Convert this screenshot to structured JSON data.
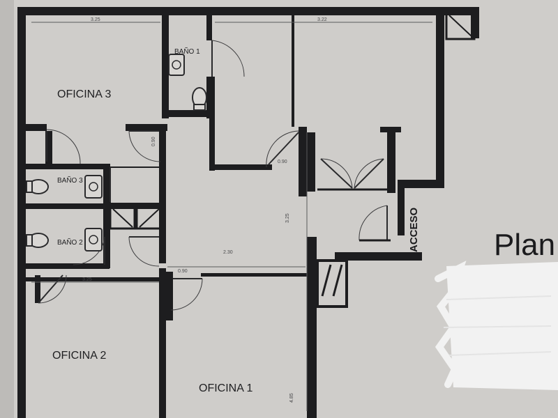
{
  "rooms": {
    "oficina_3": "OFICINA 3",
    "oficina_2": "OFICINA 2",
    "oficina_1": "OFICINA 1",
    "bano_1": "BAÑO 1",
    "bano_2": "BAÑO 2",
    "bano_3": "BAÑO 3",
    "acceso": "ACCESO"
  },
  "title_fragment": "Plan",
  "dimensions": {
    "top_left_width": "3.25",
    "top_right_width": "3.22",
    "corridor_width": "2.30",
    "door_oficina_1": "0.90",
    "oficina_2_width": "3.25",
    "door_main": "0.90",
    "door_oficina_3": "0.90",
    "corridor_height": "3.25",
    "side_dim": "4.85"
  },
  "colors": {
    "paper": "#cfcdca",
    "walls": "#1d1d1f",
    "redaction": "#f2f2f2"
  }
}
